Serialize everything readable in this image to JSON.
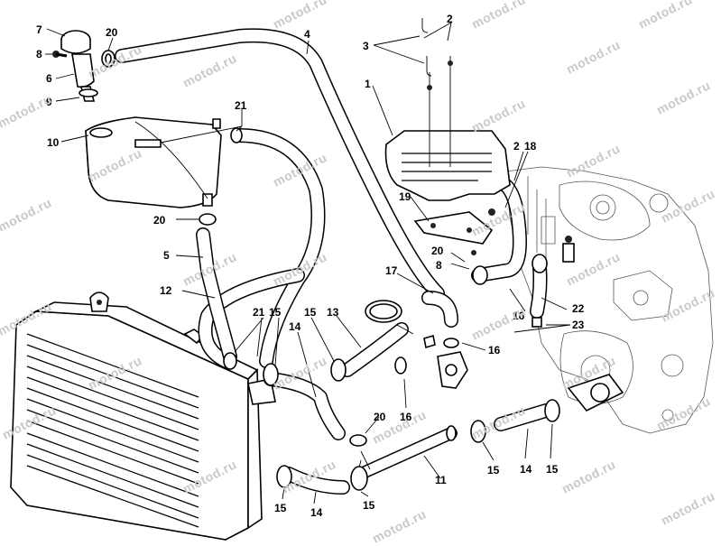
{
  "watermark": "motod.ru",
  "callouts": [
    "7",
    "8",
    "6",
    "9",
    "10",
    "20",
    "21",
    "4",
    "2",
    "3",
    "1",
    "18",
    "19",
    "5",
    "12",
    "17",
    "15",
    "13",
    "14",
    "16",
    "22",
    "23",
    "11"
  ],
  "colors": {
    "line": "#000000",
    "background": "#ffffff",
    "watermark": "#c9c9c9"
  }
}
